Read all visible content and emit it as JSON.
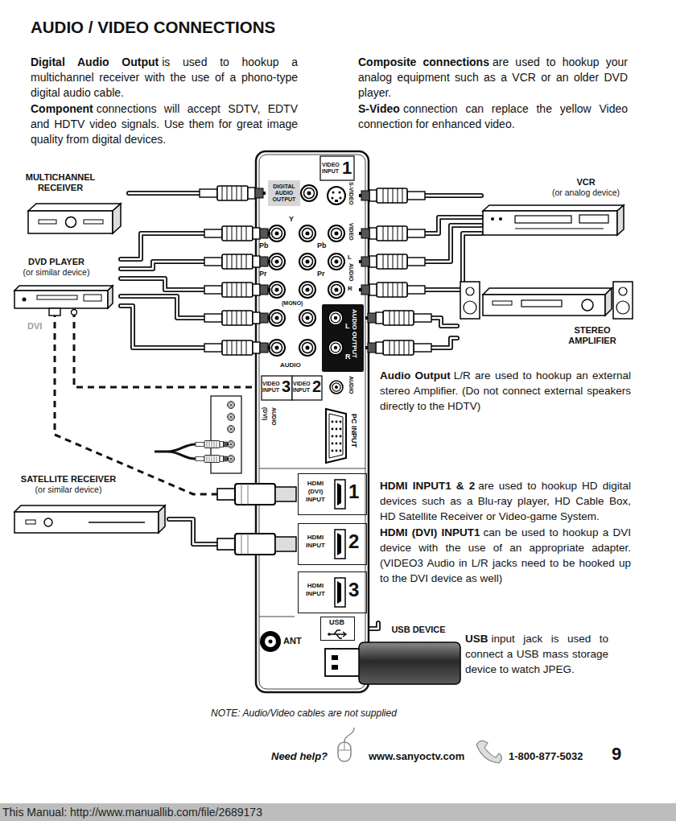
{
  "diagram": {
    "title": "AUDIO / VIDEO CONNECTIONS",
    "nodes": [
      {
        "text": [
          "MULTICHANNEL RECEIVER"
        ]
      },
      {
        "text": [
          "DVD PLAYER",
          "(or similar device)"
        ]
      },
      {
        "text": [
          "VCR",
          "(or analog device)"
        ]
      },
      {
        "text": [
          "STEREO AMPLIFIER"
        ]
      },
      {
        "text": [
          "SATELLITE RECEIVER",
          "(or similar device)"
        ]
      },
      {
        "text": [
          "USB DEVICE"
        ]
      },
      {
        "text": [
          "DIGITAL AUDIO OUTPUT"
        ]
      },
      {
        "text": [
          "VIDEO INPUT",
          "1"
        ]
      },
      {
        "text": [
          "VIDEO INPUT",
          "3"
        ]
      },
      {
        "text": [
          "VIDEO INPUT",
          "2"
        ]
      },
      {
        "text": [
          "AUDIO OUTPUT",
          "L",
          "R"
        ]
      },
      {
        "text": [
          "PC INPUT"
        ]
      },
      {
        "text": [
          "HDMI (DVI) INPUT",
          "1"
        ]
      },
      {
        "text": [
          "HDMI INPUT",
          "2"
        ]
      },
      {
        "text": [
          "HDMI INPUT",
          "3"
        ]
      },
      {
        "text": [
          "USB"
        ]
      }
    ],
    "edges": [
      {
        "from": 0,
        "to": 6,
        "arrow": "none"
      },
      {
        "from": 1,
        "to": 8,
        "arrow": "none"
      },
      {
        "from": 1,
        "to": 8,
        "arrow": "none"
      },
      {
        "from": 1,
        "to": 8,
        "arrow": "none"
      },
      {
        "from": 1,
        "to": 8,
        "arrow": "none"
      },
      {
        "from": 1,
        "to": 8,
        "arrow": "none"
      },
      {
        "from": 1,
        "to": 12,
        "arrow": "none"
      },
      {
        "from": 1,
        "to": 8,
        "arrow": "none"
      },
      {
        "from": 2,
        "to": 7,
        "arrow": "none"
      },
      {
        "from": 2,
        "to": 7,
        "arrow": "none"
      },
      {
        "from": 2,
        "to": 7,
        "arrow": "none"
      },
      {
        "from": 2,
        "to": 7,
        "arrow": "none"
      },
      {
        "from": 10,
        "to": 3,
        "arrow": "none"
      },
      {
        "from": 10,
        "to": 3,
        "arrow": "none"
      },
      {
        "from": 4,
        "to": 13,
        "arrow": "none"
      },
      {
        "from": 5,
        "to": 15,
        "arrow": "none"
      }
    ],
    "labels": [
      "Digital Audio Output",
      "is used to hookup a multichannel receiver with the use of a phono-type digital audio cable.",
      "Component",
      "connections will accept SDTV, EDTV and HDTV video signals. Use them for great image quality from digital devices.",
      "Composite connections",
      "are used to hookup your analog equipment such as a VCR or an older DVD player.",
      "S-Video",
      "connection can replace the yellow Video connection for enhanced video.",
      "S-VIDEO",
      "Y",
      "Pb",
      "Pb",
      "VIDEO",
      "L",
      "Pr",
      "Pr",
      "AUDIO",
      "R",
      "(MONO)",
      "DVI",
      "AUDIO",
      "Audio Output",
      "L/R are used to hookup an external stereo Amplifier. (Do not connect external speakers directly to the HDTV)",
      "AUDIO",
      "(DVI)",
      "AUDIO",
      "HDMI INPUT1 & 2",
      "are used to hookup HD digital devices such as a Blu-ray player, HD Cable Box, HD Satellite Receiver or Video-game System.",
      "HDMI (DVI) INPUT1",
      "can be used to hookup a DVI device with the use of an appropriate adapter. (VIDEO3 Audio in L/R jacks need to be hooked up to the DVI device as well)",
      "ANT",
      "USB",
      "input jack is used to connect a USB mass storage device to watch JPEG.",
      "NOTE: Audio/Video cables are not supplied",
      "Need help?",
      "www.sanyoctv.com",
      "1-800-877-5032",
      "9",
      "This Manual: http://www.manuallib.com/file/2689173"
    ]
  }
}
